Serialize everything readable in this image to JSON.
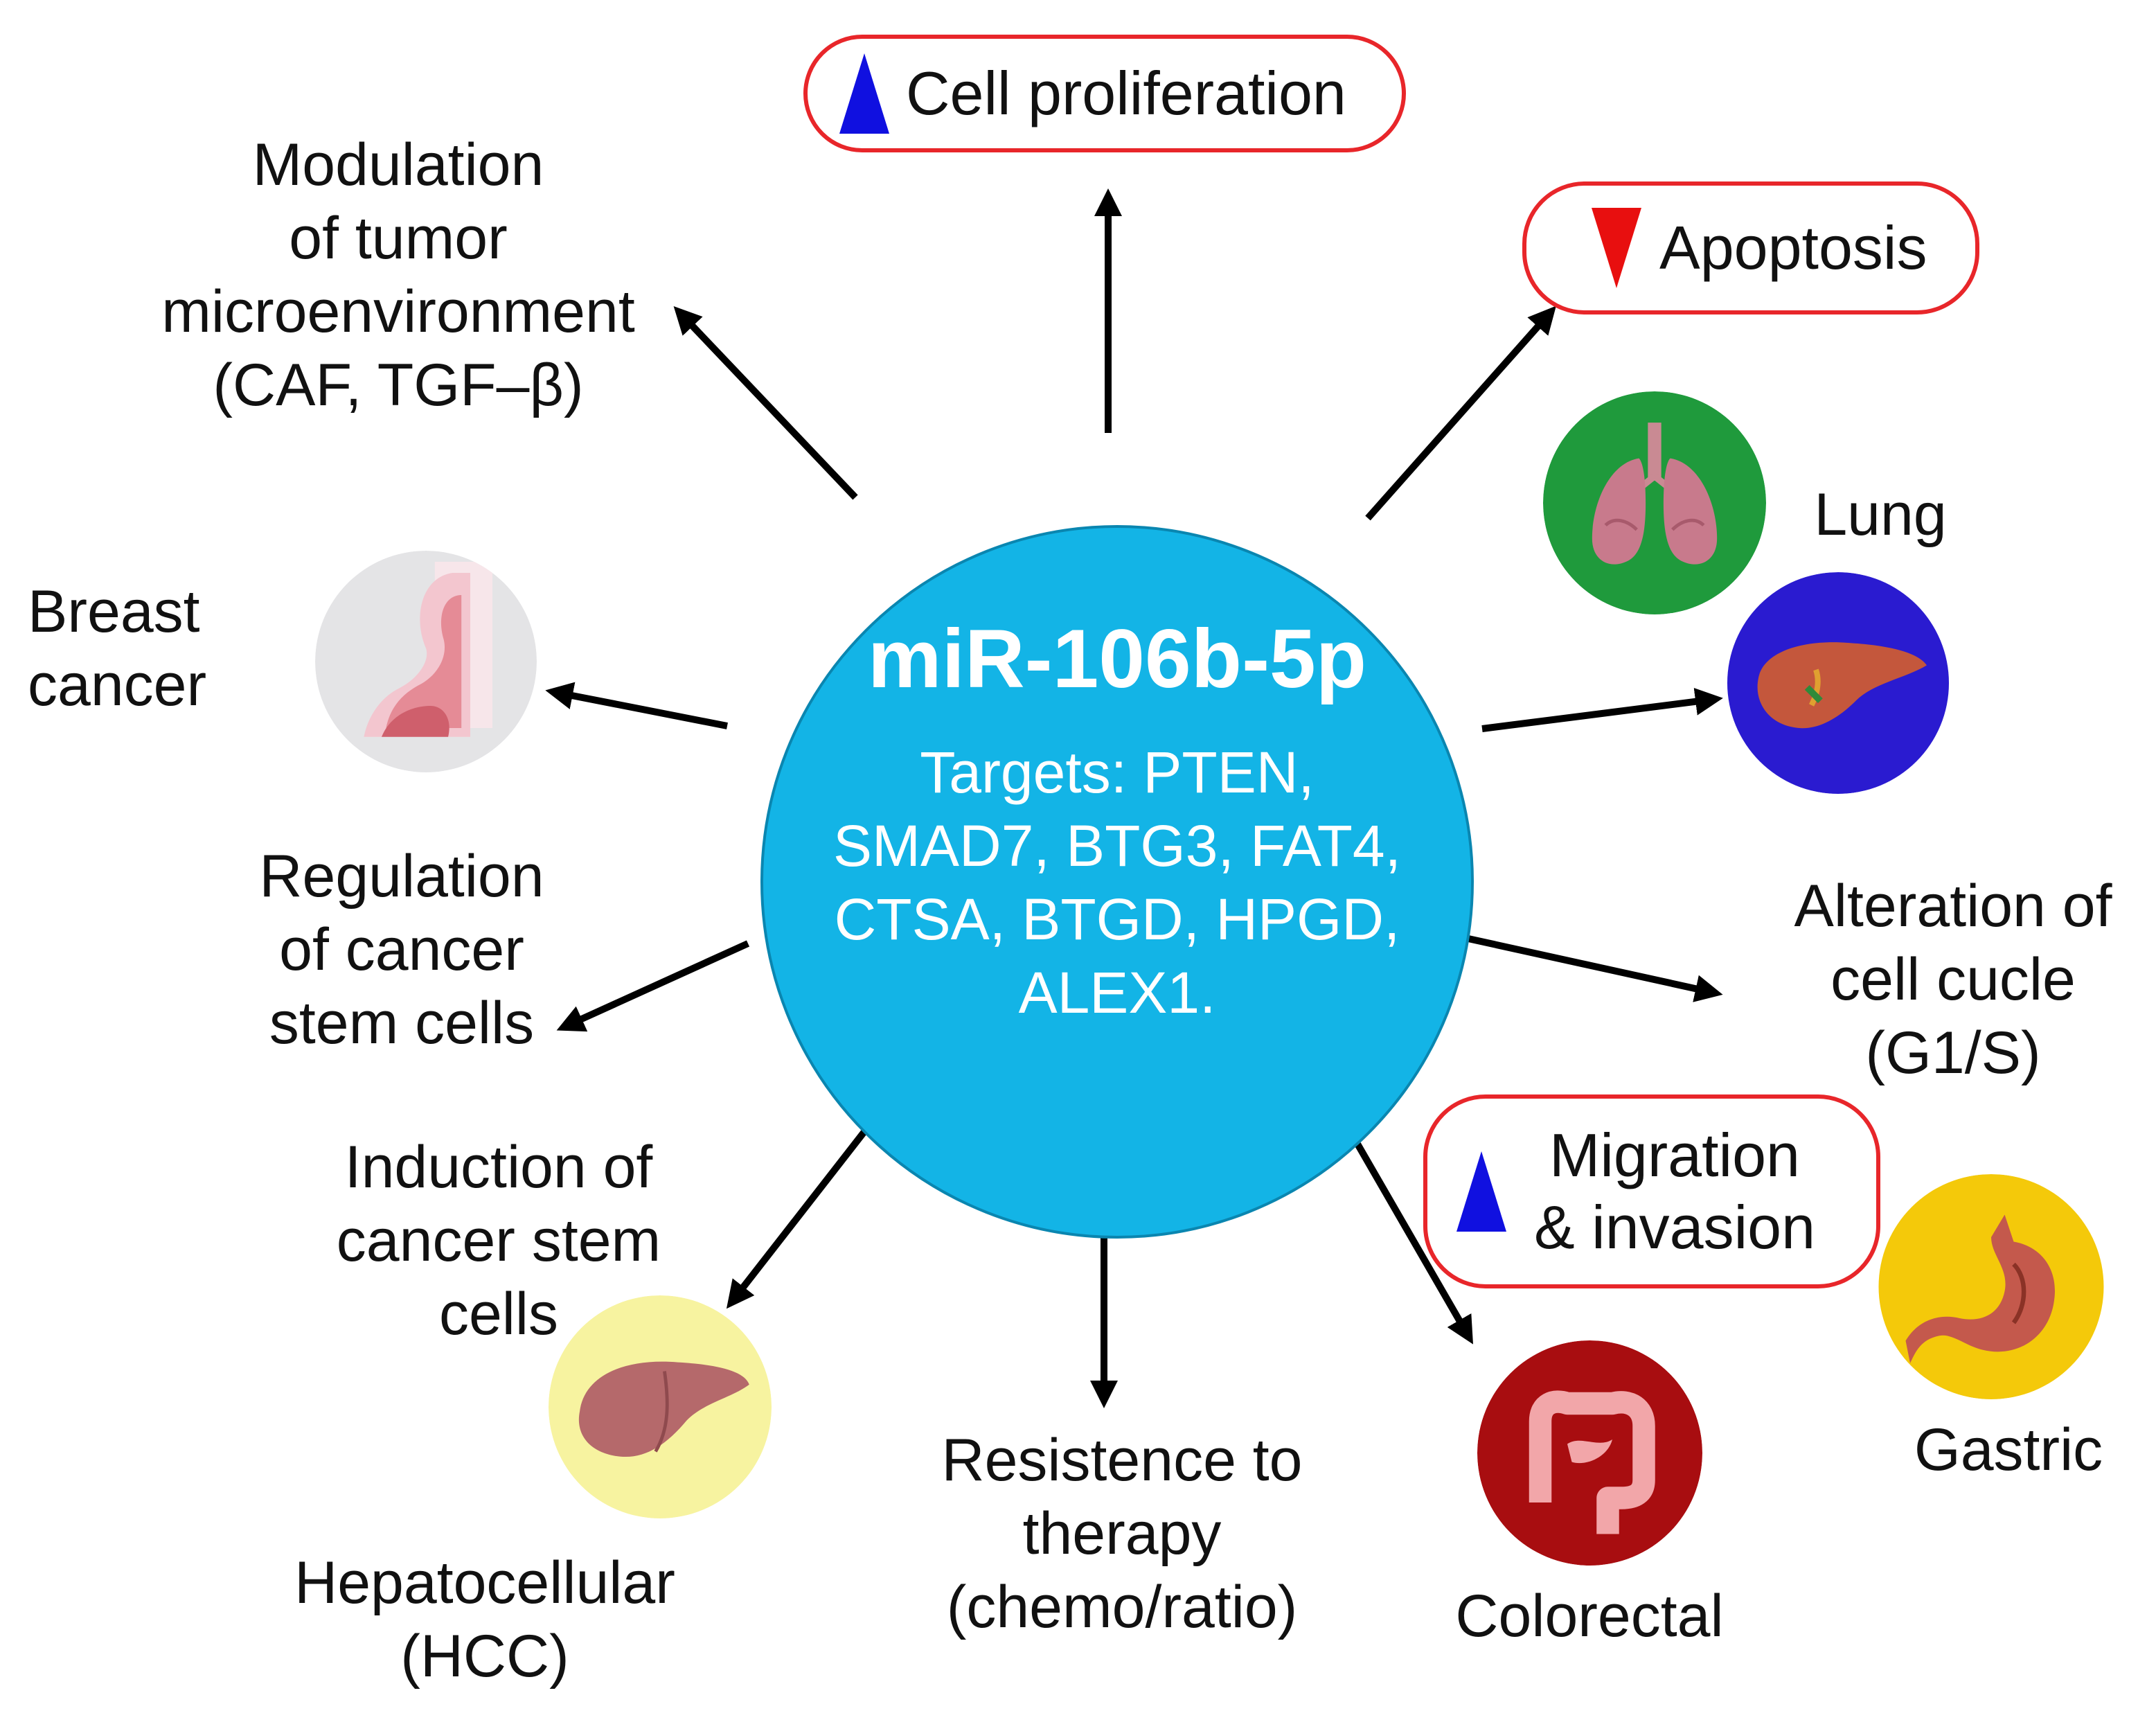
{
  "center": {
    "title": "miR-106b-5p",
    "targets_lines": [
      "Targets: PTEN,",
      "SMAD7, BTG3, FAT4,",
      "CTSA, BTGD, HPGD,",
      "ALEX1."
    ]
  },
  "effects": {
    "cell_proliferation": {
      "text": "Cell proliferation",
      "indicator": "increase",
      "indicator_color": "#1010e0"
    },
    "apoptosis": {
      "text": "Apoptosis",
      "indicator": "decrease",
      "indicator_color": "#e80f0f"
    },
    "migration": {
      "lines": [
        "Migration",
        "& invasion"
      ],
      "indicator": "increase",
      "indicator_color": "#1010e0"
    },
    "tumor_microenvironment": {
      "lines": [
        "Modulation",
        "of tumor",
        "microenvironment",
        "(CAF, TGF–β)"
      ]
    },
    "cancer_stem_regulation": {
      "lines": [
        "Regulation",
        "of cancer",
        "stem cells"
      ]
    },
    "cancer_stem_induction": {
      "lines": [
        "Induction of",
        "cancer stem",
        "cells"
      ]
    },
    "therapy_resistance": {
      "lines": [
        "Resistence to",
        "therapy",
        "(chemo/ratio)"
      ]
    },
    "cell_cycle": {
      "lines": [
        "Alteration of",
        "cell cucle",
        "(G1/S)"
      ]
    }
  },
  "cancers": {
    "breast": {
      "lines": [
        "Breast",
        "cancer"
      ],
      "icon": "breast-icon",
      "color": "#e4e4e6"
    },
    "lung": {
      "text": "Lung",
      "icon": "lungs-icon",
      "color": "#1f9a3c"
    },
    "liver_blue": {
      "icon": "liver-icon",
      "color": "#2a1bd0"
    },
    "hcc": {
      "lines": [
        "Hepatocellular",
        "(HCC)"
      ],
      "icon": "liver-icon",
      "color": "#f7f3a0"
    },
    "colorectal": {
      "text": "Colorectal",
      "icon": "colon-icon",
      "color": "#a80d10"
    },
    "gastric": {
      "text": "Gastric",
      "icon": "stomach-icon",
      "color": "#f4c90a"
    }
  },
  "colors": {
    "hub": "#13b4e6",
    "pill_border": "#e8262a",
    "arrow": "#000000"
  }
}
